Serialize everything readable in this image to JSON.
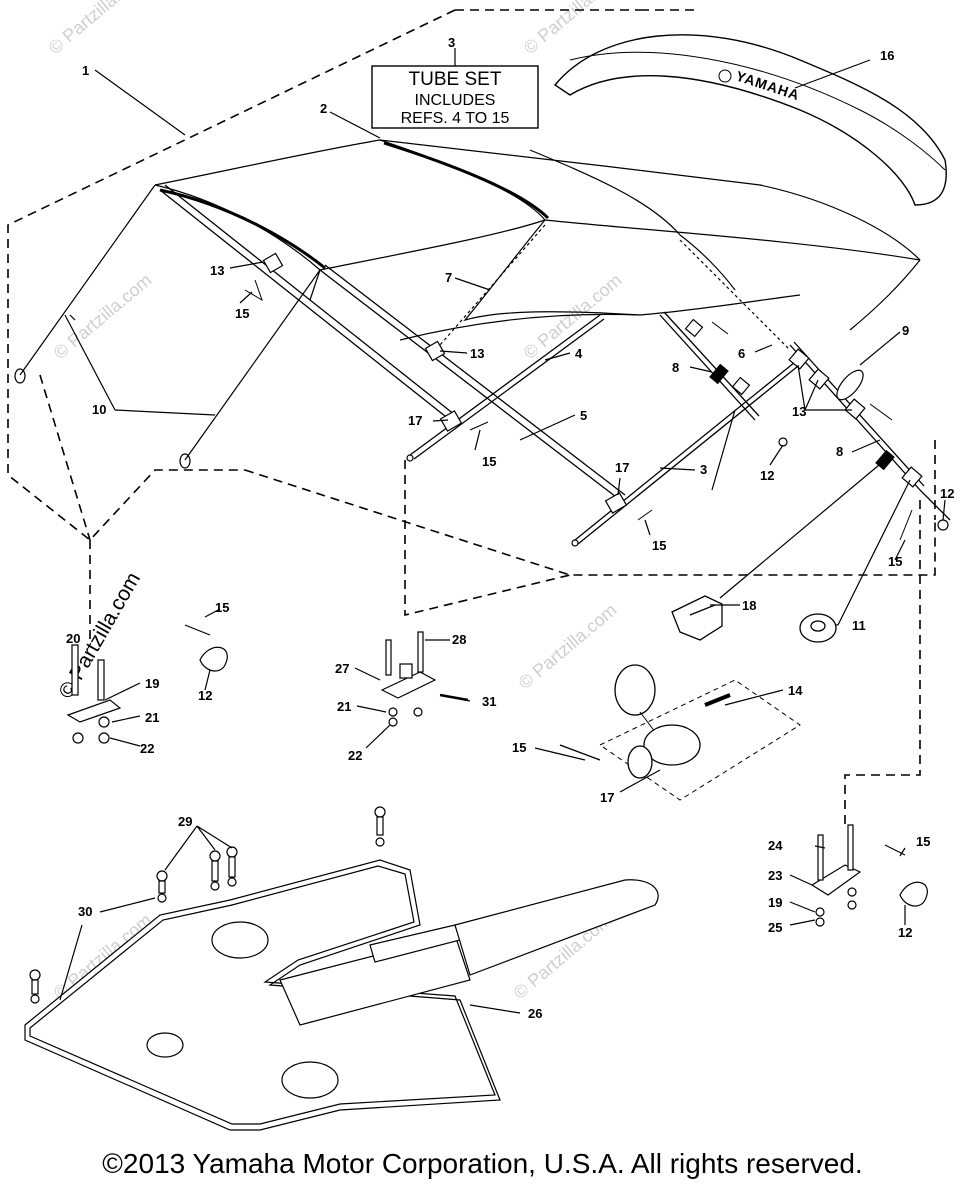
{
  "callout_box": {
    "line1": "TUBE SET",
    "line2": "INCLUDES",
    "line3": "REFS. 4 TO 15"
  },
  "brand_text": "YAMAHA",
  "watermark": "© Partzilla.com",
  "copyright": "©2013 Yamaha Motor Corporation, U.S.A. All rights reserved.",
  "callouts": {
    "c1": "1",
    "c2": "2",
    "c3": "3",
    "c3b": "3",
    "c4": "4",
    "c5": "5",
    "c6": "6",
    "c7": "7",
    "c8a": "8",
    "c8b": "8",
    "c9": "9",
    "c10": "10",
    "c11": "11",
    "c12a": "12",
    "c12b": "12",
    "c12c": "12",
    "c12d": "12",
    "c13a": "13",
    "c13b": "13",
    "c13c": "13",
    "c14": "14",
    "c15a": "15",
    "c15b": "15",
    "c15c": "15",
    "c15d": "15",
    "c15e": "15",
    "c15f": "15",
    "c15g": "15",
    "c16": "16",
    "c17a": "17",
    "c17b": "17",
    "c17c": "17",
    "c18": "18",
    "c19a": "19",
    "c19b": "19",
    "c20": "20",
    "c21a": "21",
    "c21b": "21",
    "c22a": "22",
    "c22b": "22",
    "c23": "23",
    "c24": "24",
    "c25": "25",
    "c26": "26",
    "c27": "27",
    "c28": "28",
    "c29": "29",
    "c30": "30",
    "c31": "31"
  }
}
